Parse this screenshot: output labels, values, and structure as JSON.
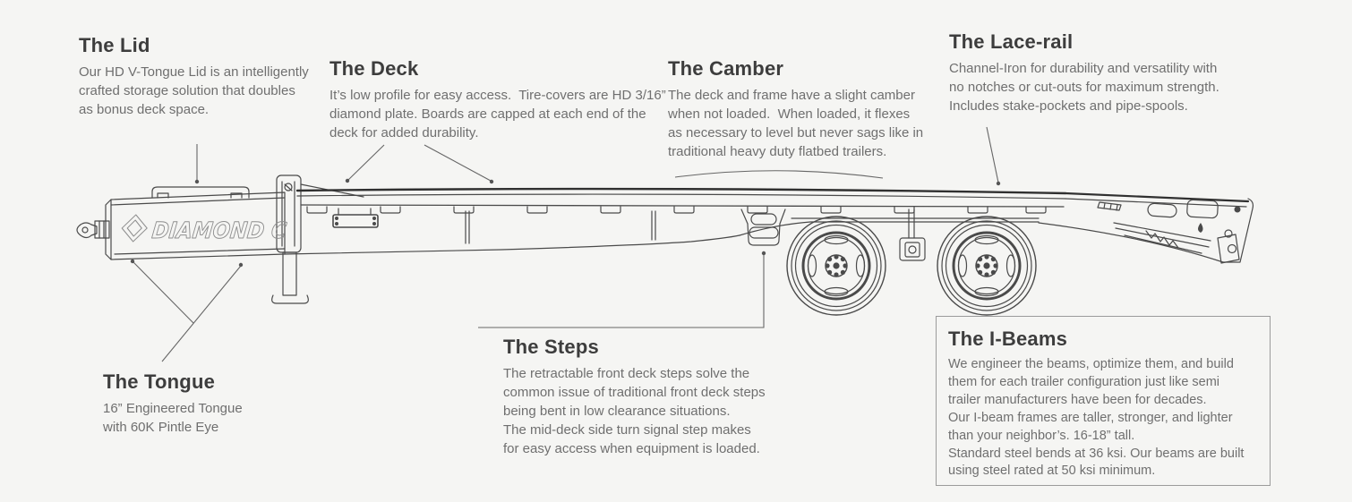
{
  "page": {
    "background_color": "#f5f5f3",
    "heading_color": "#3d3d3d",
    "body_color": "#6f6f6f",
    "drawing_line_color": "#4a4a4a",
    "leader_line_color": "#666666",
    "ibeams_box_border_color": "#9b9b9b",
    "brand_outline_color": "#8f8f8f"
  },
  "sections": {
    "lid": {
      "title": "The Lid",
      "body": "Our HD V-Tongue Lid is an intelligently\ncrafted storage solution that doubles\nas bonus deck space."
    },
    "deck": {
      "title": "The Deck",
      "body": "It’s low profile for easy access.  Tire-covers are HD 3/16”\ndiamond plate. Boards are capped at each end of the\ndeck for added durability."
    },
    "camber": {
      "title": "The Camber",
      "body": "The deck and frame have a slight camber\nwhen not loaded.  When loaded, it flexes\nas necessary to level but never sags like in\ntraditional heavy duty flatbed trailers."
    },
    "lace_rail": {
      "title": "The Lace-rail",
      "body": "Channel-Iron for durability and versatility with\nno notches or cut-outs for maximum strength.\nIncludes stake-pockets and pipe-spools."
    },
    "tongue": {
      "title": "The Tongue",
      "body": "16” Engineered Tongue\nwith 60K Pintle Eye"
    },
    "steps": {
      "title": "The Steps",
      "body": "The retractable front deck steps solve the\ncommon issue of traditional front deck steps\nbeing bent in low clearance situations.\nThe mid-deck side turn signal step makes\nfor easy access when equipment is loaded."
    },
    "i_beams": {
      "title": "The I-Beams",
      "body": "We engineer the beams, optimize them, and build\nthem for each trailer configuration just like semi\ntrailer manufacturers have been for decades.\nOur I-beam frames are taller, stronger, and lighter\nthan your neighbor’s. 16-18” tall.\nStandard steel bends at 36 ksi. Our beams are built\nusing steel rated at 50 ksi minimum."
    }
  },
  "trailer": {
    "brand_label": "DIAMOND C"
  }
}
